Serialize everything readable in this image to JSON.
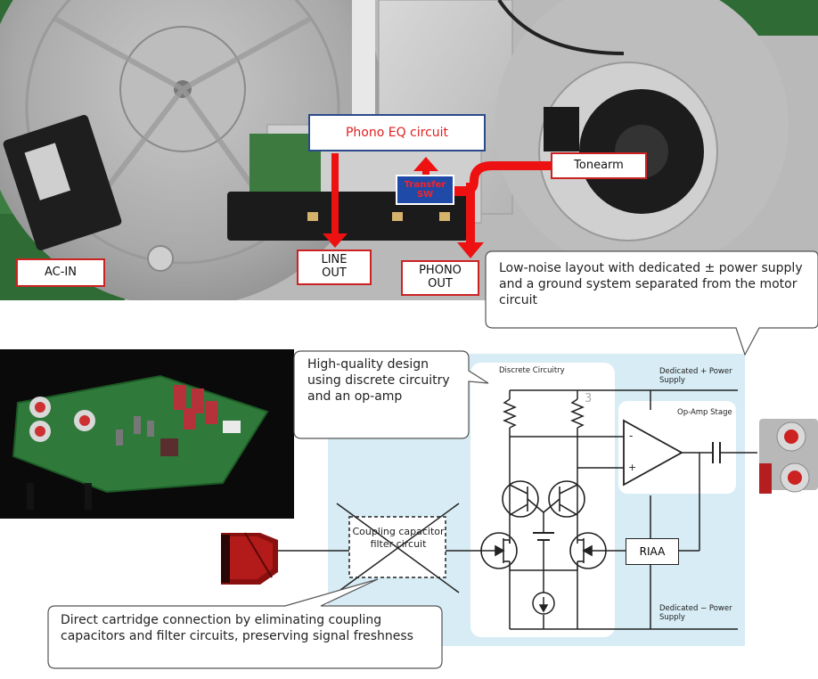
{
  "labels": {
    "phono_eq": "Phono EQ circuit",
    "tonearm": "Tonearm",
    "transfer_sw": "Transfer SW",
    "ac_in": "AC-IN",
    "line_out": "LINE OUT",
    "phono_out": "PHONO OUT"
  },
  "callouts": {
    "low_noise": "Low-noise layout with dedicated ± power supply and a ground system separated from the motor circuit",
    "high_quality": "High-quality design using discrete circuitry and an op-amp",
    "direct_cartridge": "Direct cartridge connection by eliminating coupling capacitors and filter circuits, preserving signal freshness"
  },
  "schematic": {
    "discrete_circuitry": "Discrete Circuitry",
    "dedicated_plus": "Dedicated + Power Supply",
    "opamp_stage": "Op-Amp Stage",
    "dedicated_minus": "Dedicated − Power Supply",
    "riaa": "RIAA",
    "coupling": "Coupling capacitor filter circuit",
    "minus_sign": "-",
    "plus_sign": "+",
    "marker_3": "3"
  },
  "colors": {
    "arrow_red": "#ee1111",
    "label_border": "#cc2222",
    "panel_bg": "#d7ecf5",
    "transfer_bg": "#1f4aa8"
  }
}
